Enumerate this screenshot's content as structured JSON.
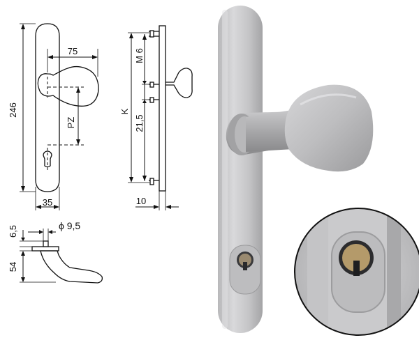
{
  "drawing": {
    "height_dim": "246",
    "knob_width_dim": "75",
    "plate_width_dim": "35",
    "pz_dim": "PZ",
    "k_dim": "K",
    "m_dim": "M 6",
    "offset_dim": "21,5",
    "thickness_dim": "10",
    "rose_dim": "6,5",
    "spindle_dim": "ϕ  9,5",
    "lever_dim": "54"
  },
  "colors": {
    "plate": "#c9c9cb",
    "plate_shade": "#a9a9ab",
    "knob": "#bdbdbf",
    "knob_dark": "#8e8e90",
    "line": "#111111",
    "dash": "#444444"
  }
}
